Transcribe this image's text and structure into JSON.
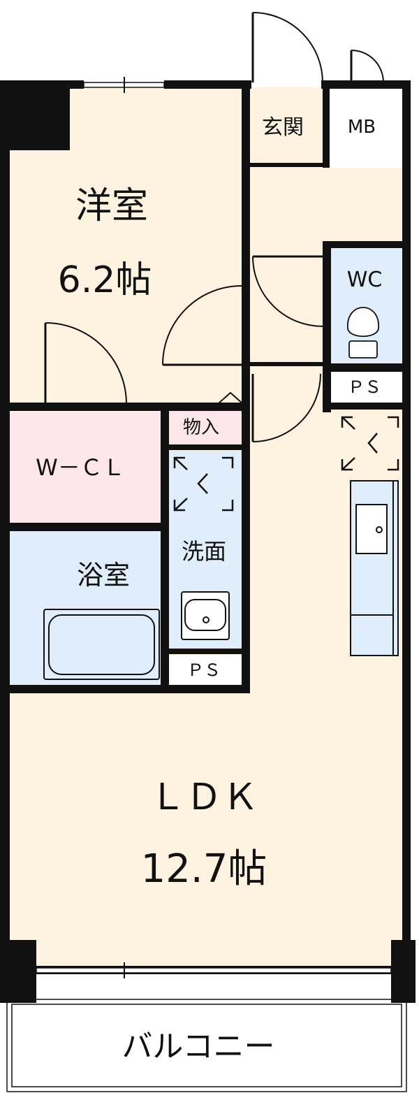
{
  "rooms": {
    "western": {
      "name": "洋室",
      "size": "6.2帖"
    },
    "entrance": "玄関",
    "meter_box": "MB",
    "toilet": "WC",
    "ps_upper": "ＰＳ",
    "storage": "物入",
    "walk_in_closet": "W－ＣＬ",
    "washroom": "洗面",
    "bathroom": "浴室",
    "ps_lower": "ＰＳ",
    "ldk": {
      "name": "ＬＤＫ",
      "size": "12.7帖"
    },
    "balcony": "バルコニー"
  },
  "colors": {
    "wall": "#111111",
    "room_floor": "#fdf3e0",
    "wet_area": "#dfeefa",
    "closet": "#fce6ea",
    "white": "#ffffff"
  },
  "icons": [
    "door-swing-icon",
    "toilet-icon",
    "sink-icon",
    "bathtub-icon",
    "kitchen-sink-icon",
    "fridge-space-icon",
    "washer-space-icon"
  ]
}
